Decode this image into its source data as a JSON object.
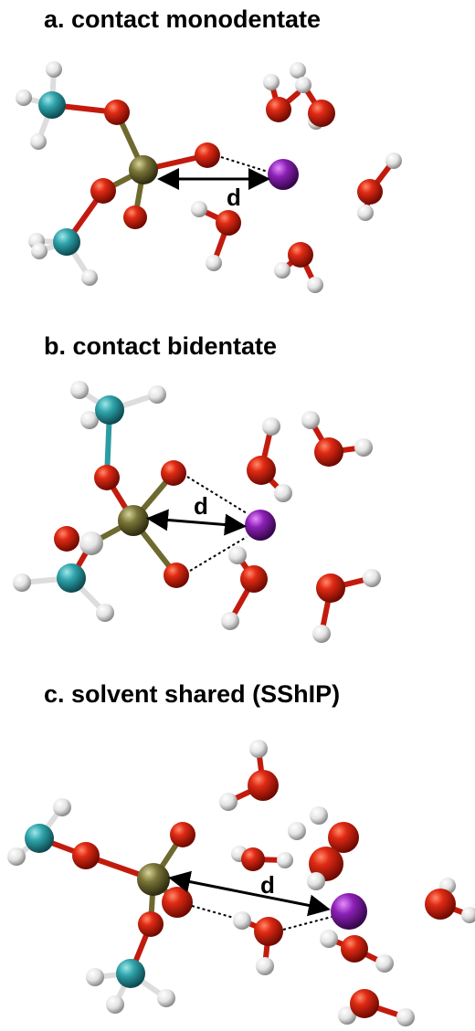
{
  "panels": [
    {
      "title": "a. contact monodentate",
      "distance_label": "d"
    },
    {
      "title": "b. contact bidentate",
      "distance_label": "d"
    },
    {
      "title": "c. solvent shared (SShIP)",
      "distance_label": "d"
    }
  ],
  "atom_colors": {
    "oxygen": "#c21b0e",
    "hydrogen": "#e6e6e6",
    "carbon": "#2b9ca3",
    "phosphorus": "#6e6a2f",
    "ion": "#7a1a9e"
  }
}
